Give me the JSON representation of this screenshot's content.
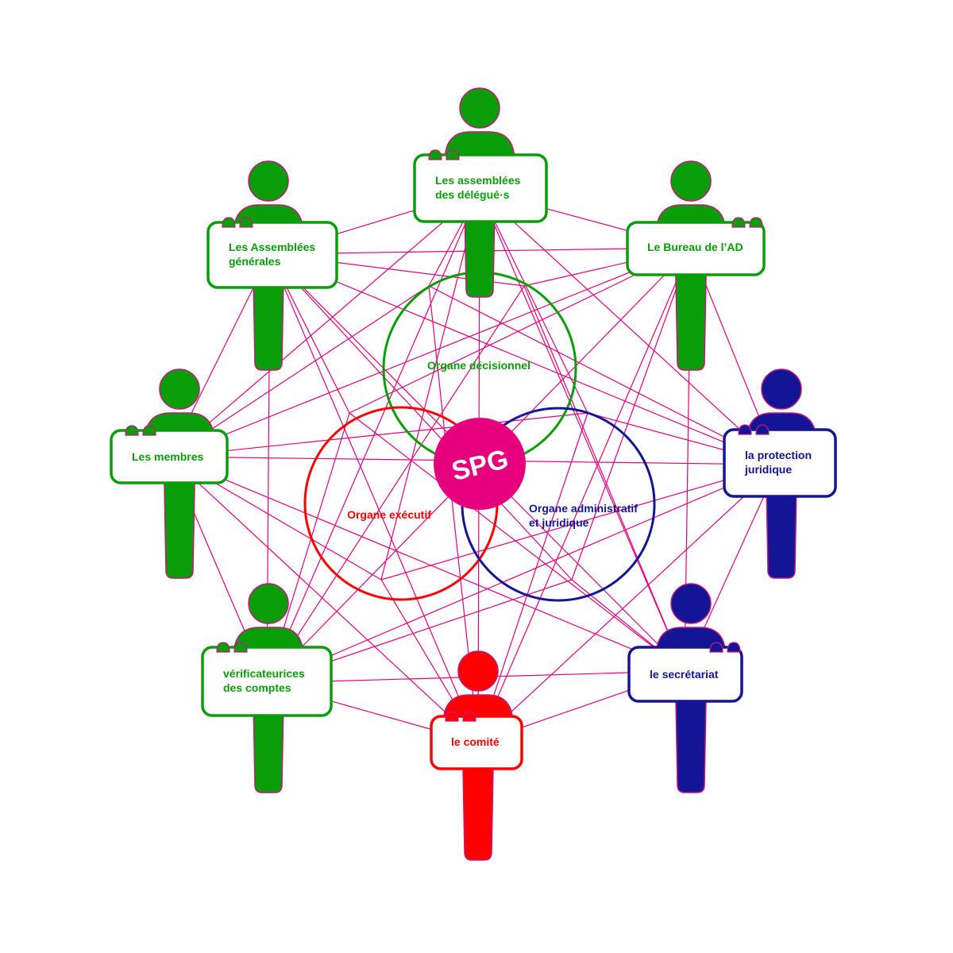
{
  "colors": {
    "green": "#0a9d0a",
    "red": "#ff0000",
    "navy": "#141496",
    "magenta": "#e6007e",
    "outline": "#c2187a",
    "background": "#ffffff"
  },
  "center": {
    "label": "SPG"
  },
  "circles": [
    {
      "id": "decisionnel",
      "label_lines": [
        "Organe  décisionnel"
      ],
      "color": "green"
    },
    {
      "id": "executif",
      "label_lines": [
        "Organe  exécutif"
      ],
      "color": "red"
    },
    {
      "id": "administratif",
      "label_lines": [
        "Organe administratif",
        "et juridique"
      ],
      "color": "navy"
    }
  ],
  "people": [
    {
      "id": "assemblees-delegues",
      "label_lines": [
        "Les assemblées",
        "des délégué·s"
      ],
      "color": "green",
      "icon": "person-icon"
    },
    {
      "id": "bureau-ad",
      "label_lines": [
        "Le Bureau de l’AD"
      ],
      "color": "green",
      "icon": "person-icon"
    },
    {
      "id": "protection-juridique",
      "label_lines": [
        "la protection",
        "juridique"
      ],
      "color": "navy",
      "icon": "person-icon"
    },
    {
      "id": "secretariat",
      "label_lines": [
        "le secrétariat"
      ],
      "color": "navy",
      "icon": "person-icon"
    },
    {
      "id": "comite",
      "label_lines": [
        "le comité"
      ],
      "color": "red",
      "icon": "person-icon"
    },
    {
      "id": "verificateurs",
      "label_lines": [
        "vérificateurices",
        "des comptes"
      ],
      "color": "green",
      "icon": "person-icon"
    },
    {
      "id": "membres",
      "label_lines": [
        "Les membres"
      ],
      "color": "green",
      "icon": "person-icon"
    },
    {
      "id": "assemblees-generales",
      "label_lines": [
        "Les Assemblées",
        "générales"
      ],
      "color": "green",
      "icon": "person-icon"
    }
  ]
}
